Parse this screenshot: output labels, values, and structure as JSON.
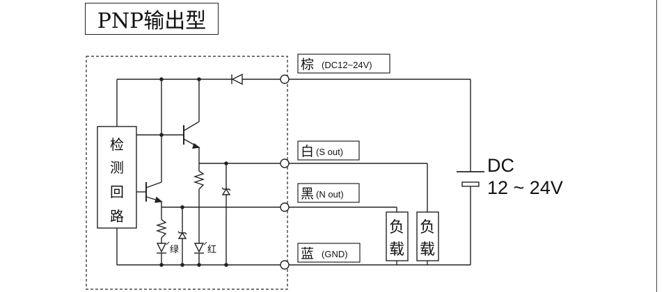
{
  "title": "PNP输出型",
  "detection_circuit": [
    "检",
    "测",
    "回",
    "路"
  ],
  "terminals": [
    {
      "color_cn": "棕",
      "desc": "(DC12~24V)"
    },
    {
      "color_cn": "白",
      "desc": "(S out)"
    },
    {
      "color_cn": "黑",
      "desc": "(N out)"
    },
    {
      "color_cn": "蓝",
      "desc": "(GND)"
    }
  ],
  "indicators": {
    "green": "绿",
    "red": "红"
  },
  "loads": [
    {
      "line1": "负",
      "line2": "载"
    },
    {
      "line1": "负",
      "line2": "载"
    }
  ],
  "supply": {
    "line1": "DC",
    "line2": "12 ~ 24V"
  }
}
